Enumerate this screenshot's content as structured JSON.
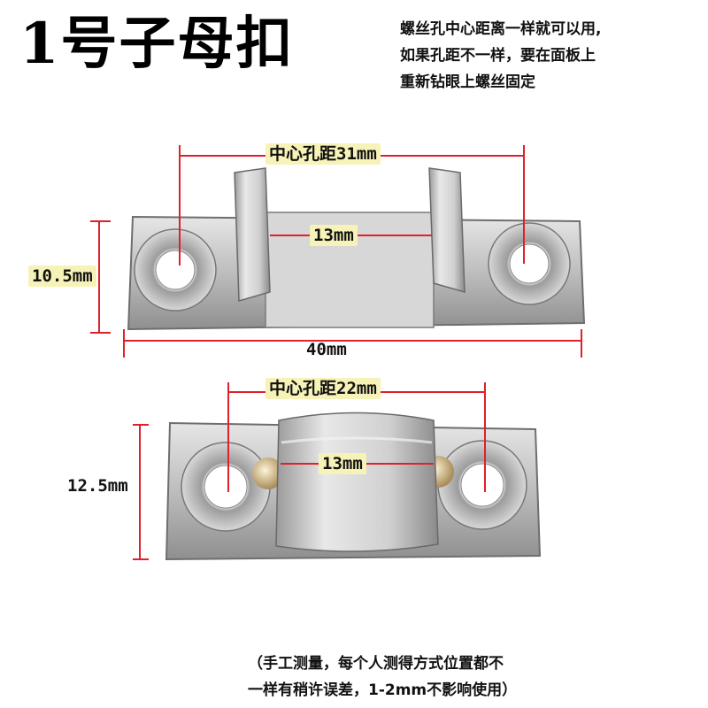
{
  "title": "1号子母扣",
  "note_lines": [
    "螺丝孔中心距离一样就可以用,",
    "如果孔距不一样，要在面板上",
    "重新钻眼上螺丝固定"
  ],
  "part1": {
    "center_distance": "中心孔距31mm",
    "inner_width": "13mm",
    "height": "10.5mm",
    "length": "40mm"
  },
  "part2": {
    "center_distance": "中心孔距22mm",
    "inner_width": "13mm",
    "height": "12.5mm"
  },
  "footer_lines": [
    "（手工测量，每个人测得方式位置都不",
    "一样有稍许误差，1-2mm不影响使用）"
  ],
  "colors": {
    "dimension_line": "#e0202a",
    "label_bg": "#f7f3b8",
    "metal": "#c9c9c9"
  }
}
